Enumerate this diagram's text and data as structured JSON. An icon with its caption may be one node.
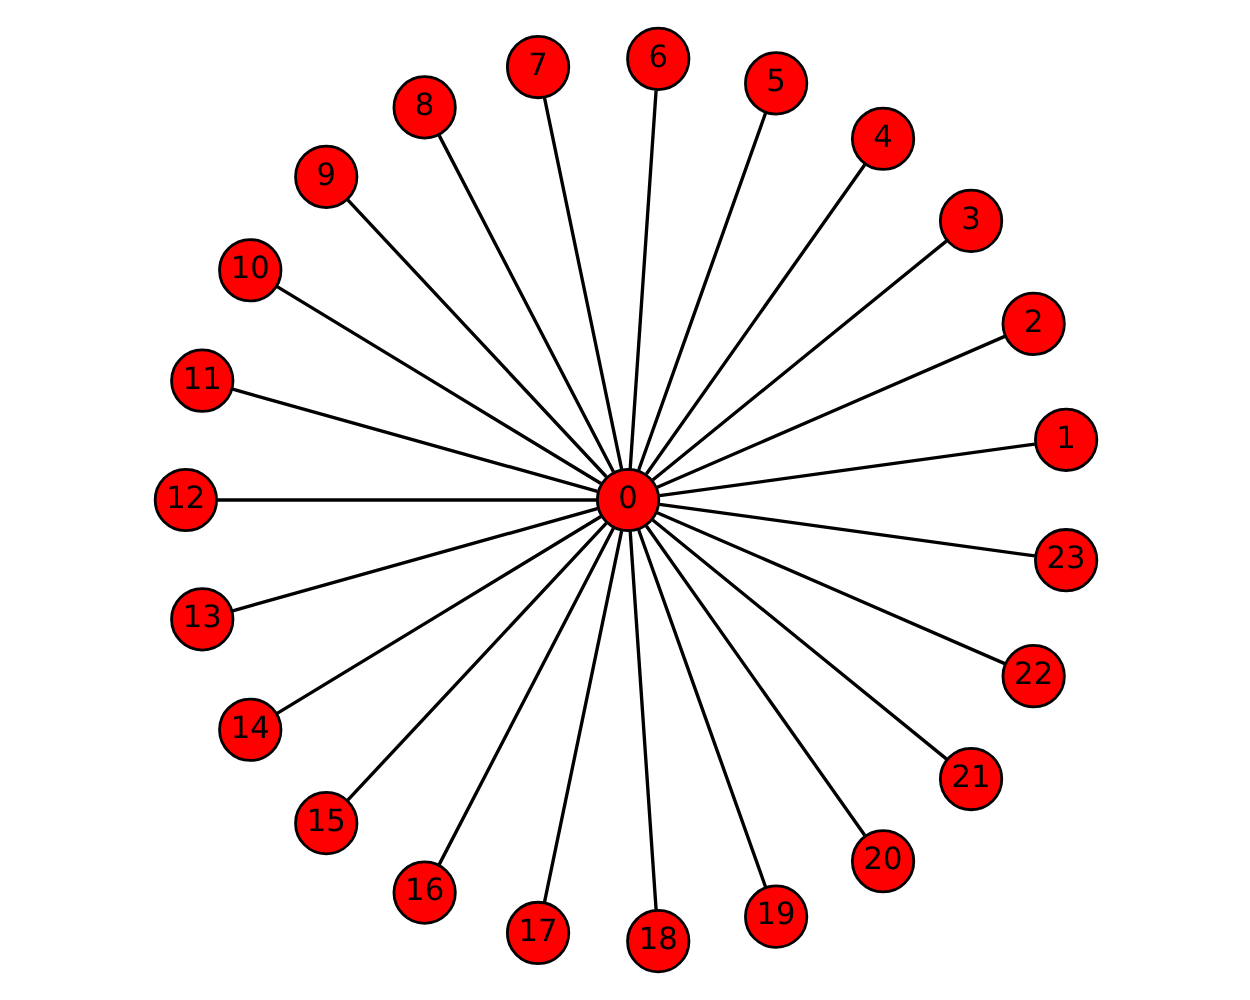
{
  "diagram": {
    "nodes": [
      {
        "text": [
          "0"
        ]
      },
      {
        "text": [
          "1"
        ]
      },
      {
        "text": [
          "2"
        ]
      },
      {
        "text": [
          "3"
        ]
      },
      {
        "text": [
          "4"
        ]
      },
      {
        "text": [
          "5"
        ]
      },
      {
        "text": [
          "6"
        ]
      },
      {
        "text": [
          "7"
        ]
      },
      {
        "text": [
          "8"
        ]
      },
      {
        "text": [
          "9"
        ]
      },
      {
        "text": [
          "10"
        ]
      },
      {
        "text": [
          "11"
        ]
      },
      {
        "text": [
          "12"
        ]
      },
      {
        "text": [
          "13"
        ]
      },
      {
        "text": [
          "14"
        ]
      },
      {
        "text": [
          "15"
        ]
      },
      {
        "text": [
          "16"
        ]
      },
      {
        "text": [
          "17"
        ]
      },
      {
        "text": [
          "18"
        ]
      },
      {
        "text": [
          "19"
        ]
      },
      {
        "text": [
          "20"
        ]
      },
      {
        "text": [
          "21"
        ]
      },
      {
        "text": [
          "22"
        ]
      },
      {
        "text": [
          "23"
        ]
      }
    ],
    "edges": [
      {
        "from": 0,
        "to": 1,
        "arrow": "none"
      },
      {
        "from": 0,
        "to": 2,
        "arrow": "none"
      },
      {
        "from": 0,
        "to": 3,
        "arrow": "none"
      },
      {
        "from": 0,
        "to": 4,
        "arrow": "none"
      },
      {
        "from": 0,
        "to": 5,
        "arrow": "none"
      },
      {
        "from": 0,
        "to": 6,
        "arrow": "none"
      },
      {
        "from": 0,
        "to": 7,
        "arrow": "none"
      },
      {
        "from": 0,
        "to": 8,
        "arrow": "none"
      },
      {
        "from": 0,
        "to": 9,
        "arrow": "none"
      },
      {
        "from": 0,
        "to": 10,
        "arrow": "none"
      },
      {
        "from": 0,
        "to": 11,
        "arrow": "none"
      },
      {
        "from": 0,
        "to": 12,
        "arrow": "none"
      },
      {
        "from": 0,
        "to": 13,
        "arrow": "none"
      },
      {
        "from": 0,
        "to": 14,
        "arrow": "none"
      },
      {
        "from": 0,
        "to": 15,
        "arrow": "none"
      },
      {
        "from": 0,
        "to": 16,
        "arrow": "none"
      },
      {
        "from": 0,
        "to": 17,
        "arrow": "none"
      },
      {
        "from": 0,
        "to": 18,
        "arrow": "none"
      },
      {
        "from": 0,
        "to": 19,
        "arrow": "none"
      },
      {
        "from": 0,
        "to": 20,
        "arrow": "none"
      },
      {
        "from": 0,
        "to": 21,
        "arrow": "none"
      },
      {
        "from": 0,
        "to": 22,
        "arrow": "none"
      },
      {
        "from": 0,
        "to": 23,
        "arrow": "none"
      }
    ]
  }
}
